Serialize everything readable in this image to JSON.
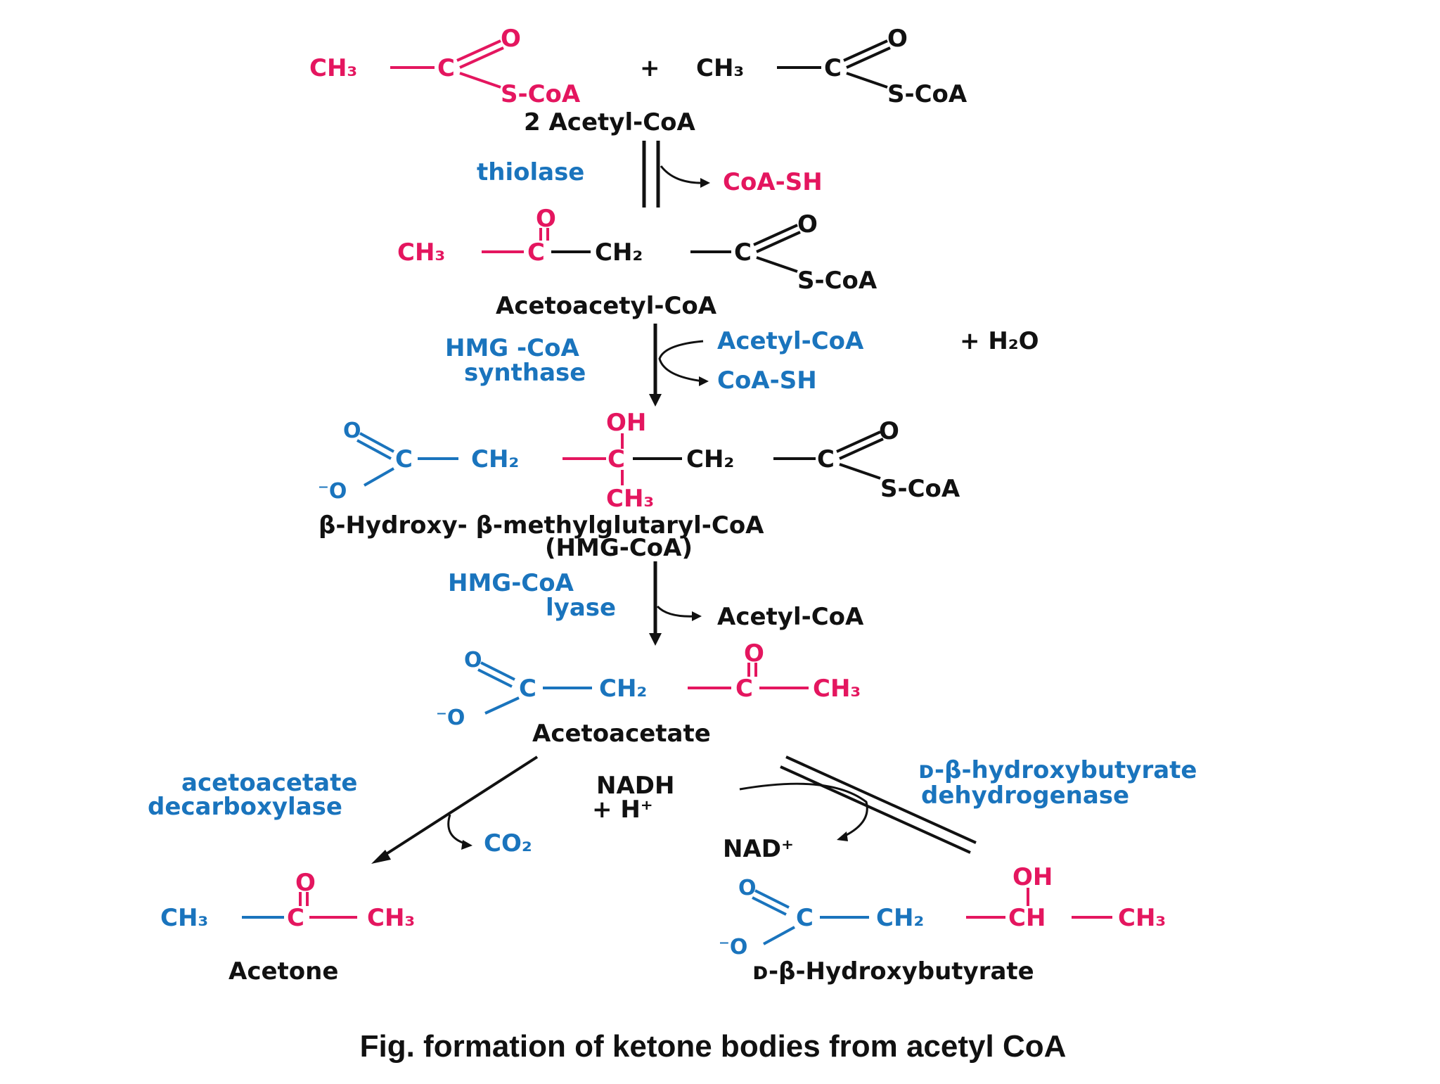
{
  "colors": {
    "magenta": "#e4165f",
    "blue": "#1a74bd",
    "black": "#111111"
  },
  "labels": {
    "acetyl_coa_pair": "2 Acetyl-CoA",
    "acetoacetyl_coa": "Acetoacetyl-CoA",
    "hmg_coa_name": "β-Hydroxy- β-methylglutaryl-CoA",
    "hmg_coa_abbrev": "(HMG-CoA)",
    "acetoacetate": "Acetoacetate",
    "acetone": "Acetone",
    "hydroxybutyrate": "ᴅ-β-Hydroxybutyrate"
  },
  "enzymes": {
    "thiolase": "thiolase",
    "hmg_synthase_1": "HMG -CoA",
    "hmg_synthase_2": "synthase",
    "hmg_lyase_1": "HMG-CoA",
    "hmg_lyase_2": "lyase",
    "decarboxylase_1": "acetoacetate",
    "decarboxylase_2": "decarboxylase",
    "dehydrogenase_1": "ᴅ-β-hydroxybutyrate",
    "dehydrogenase_2": "dehydrogenase"
  },
  "side_products": {
    "coa_sh_1": "CoA-SH",
    "acetyl_coa_in": "Acetyl-CoA",
    "plus_h2o": "+ H₂O",
    "coa_sh_2": "CoA-SH",
    "acetyl_coa_out": "Acetyl-CoA",
    "co2": "CO₂",
    "nadh": "NADH",
    "plus_h": "+ H⁺",
    "nad": "NAD⁺"
  },
  "atoms": {
    "ch3": "CH₃",
    "ch2": "CH₂",
    "ch": "CH",
    "c": "C",
    "o": "O",
    "o_minus": "⁻O",
    "oh": "OH",
    "s_coa": "S-CoA",
    "plus": "+"
  },
  "caption": "Fig. formation of ketone bodies from acetyl CoA"
}
